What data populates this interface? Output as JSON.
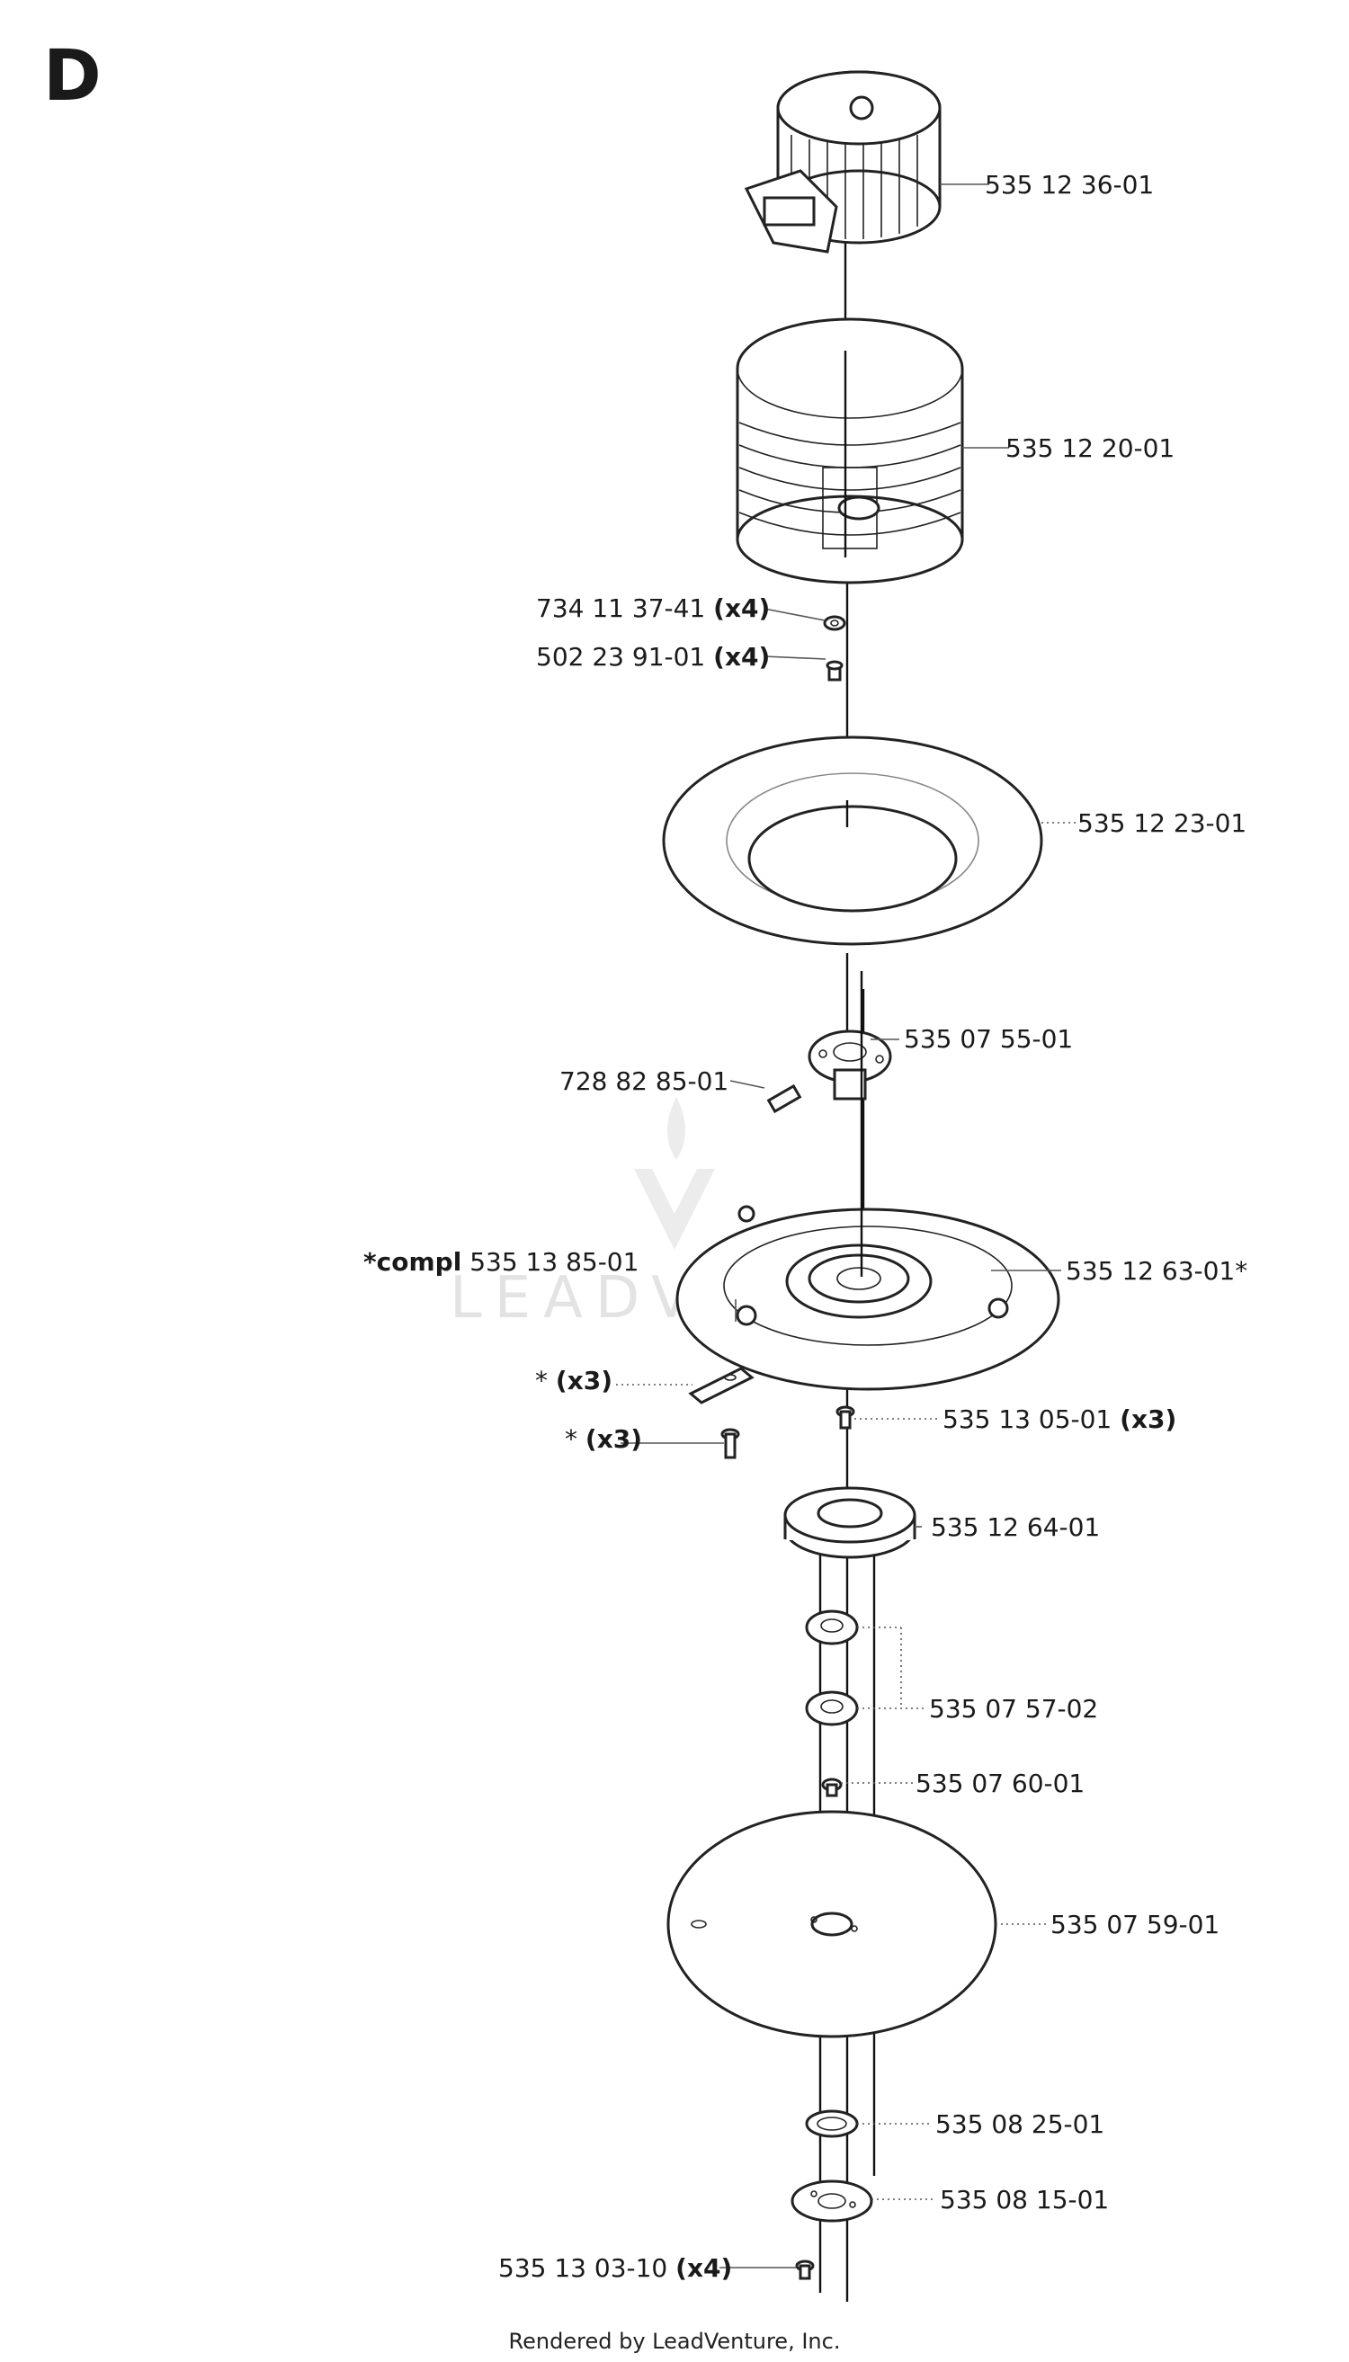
{
  "section_letter": "D",
  "watermark": "LEADVENTURE",
  "footer": "Rendered by LeadVenture, Inc.",
  "parts": {
    "motor": "535 12 36-01",
    "housing": "535 12 20-01",
    "washer_734": "734 11 37-41",
    "washer_734_qty": "(x4)",
    "screw_502": "502 23 91-01",
    "screw_502_qty": "(x4)",
    "ring_plate": "535 12 23-01",
    "hub": "535 07 55-01",
    "setscrew": "728 82 85-01",
    "compl_prefix": "*compl",
    "compl_number": "535 13 85-01",
    "blade_disc": "535 12 63-01*",
    "blade_star": "*",
    "blade_qty": "(x3)",
    "blade_screw_star": "*",
    "blade_screw_qty": "(x3)",
    "screw_1305": "535 13 05-01",
    "screw_1305_qty": "(x3)",
    "bearing_housing": "535 12 64-01",
    "bearings": "535 07 57-02",
    "pin": "535 07 60-01",
    "guard_plate": "535 07 59-01",
    "spacer": "535 08 25-01",
    "flange": "535 08 15-01",
    "bottom_screw": "535 13 03-10",
    "bottom_screw_qty": "(x4)"
  }
}
